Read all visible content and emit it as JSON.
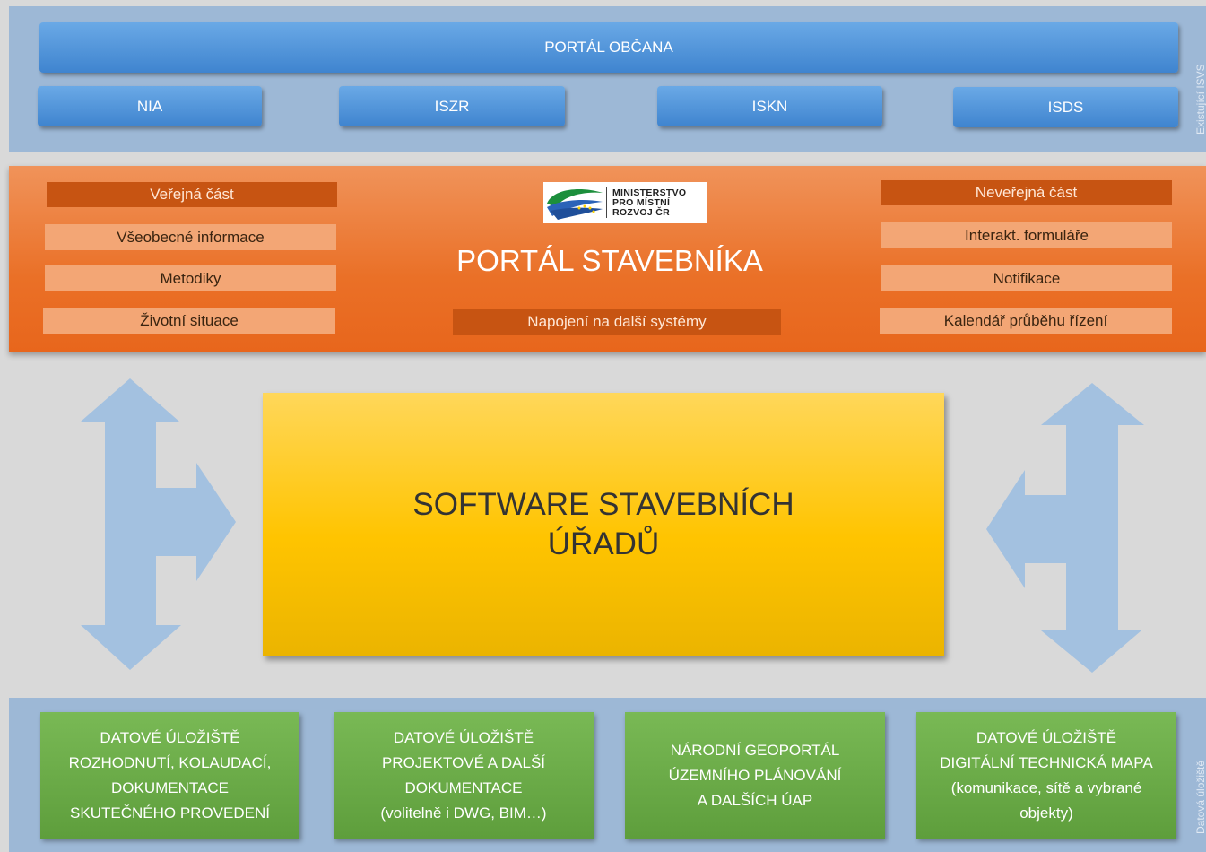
{
  "top_band": {
    "label": "Existující ISVS",
    "portal_obcana": "PORTÁL OBČANA",
    "systems": [
      "NIA",
      "ISZR",
      "ISKN",
      "ISDS"
    ]
  },
  "portal_stavebnika": {
    "title": "PORTÁL STAVEBNÍKA",
    "logo_lines": [
      "MINISTERSTVO",
      "PRO MÍSTNÍ",
      "ROZVOJ ČR"
    ],
    "public": {
      "header": "Veřejná část",
      "items": [
        "Všeobecné informace",
        "Metodiky",
        "Životní situace"
      ]
    },
    "nonpublic": {
      "header": "Neveřejná část",
      "items": [
        "Interakt. formuláře",
        "Notifikace",
        "Kalendář průběhu řízení"
      ]
    },
    "connection": "Napojení na další systémy"
  },
  "software": {
    "line1": "SOFTWARE STAVEBNÍCH",
    "line2": "ÚŘADŮ"
  },
  "bottom_band": {
    "label": "Datová úložiště",
    "storages": [
      [
        "DATOVÉ ÚLOŽIŠTĚ",
        "ROZHODNUTÍ, KOLAUDACÍ,",
        "DOKUMENTACE",
        "SKUTEČNÉHO PROVEDENÍ"
      ],
      [
        "DATOVÉ ÚLOŽIŠTĚ",
        "PROJEKTOVÉ A DALŠÍ",
        "DOKUMENTACE",
        "(volitelně i DWG,  BIM…)"
      ],
      [
        "NÁRODNÍ GEOPORTÁL",
        "ÚZEMNÍHO PLÁNOVÁNÍ",
        "A DALŠÍCH ÚAP"
      ],
      [
        "DATOVÉ ÚLOŽIŠTĚ",
        "DIGITÁLNÍ TECHNICKÁ MAPA",
        "(komunikace, sítě a vybrané",
        "objekty)"
      ]
    ]
  },
  "colors": {
    "band_blue": "#9db8d6",
    "button_blue": "#4a8fd6",
    "orange": "#ea7027",
    "yellow": "#ffc400",
    "green": "#6aab47",
    "arrow": "#a3c1e0"
  }
}
